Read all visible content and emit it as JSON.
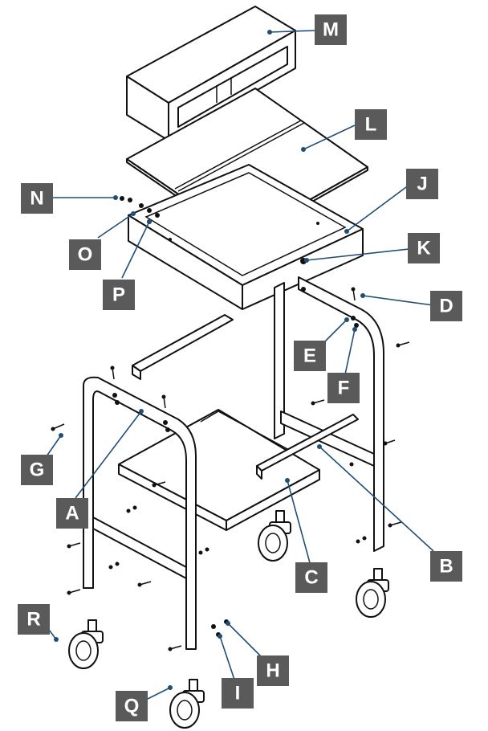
{
  "callouts": [
    {
      "id": "M",
      "label": "M"
    },
    {
      "id": "L",
      "label": "L"
    },
    {
      "id": "J",
      "label": "J"
    },
    {
      "id": "N",
      "label": "N"
    },
    {
      "id": "K",
      "label": "K"
    },
    {
      "id": "O",
      "label": "O"
    },
    {
      "id": "P",
      "label": "P"
    },
    {
      "id": "D",
      "label": "D"
    },
    {
      "id": "E",
      "label": "E"
    },
    {
      "id": "F",
      "label": "F"
    },
    {
      "id": "G",
      "label": "G"
    },
    {
      "id": "A",
      "label": "A"
    },
    {
      "id": "B",
      "label": "B"
    },
    {
      "id": "C",
      "label": "C"
    },
    {
      "id": "R",
      "label": "R"
    },
    {
      "id": "H",
      "label": "H"
    },
    {
      "id": "I",
      "label": "I"
    },
    {
      "id": "Q",
      "label": "Q"
    }
  ],
  "colors": {
    "badge": "#5a5a5a",
    "leader": "#1f4e79",
    "line": "#111111"
  }
}
